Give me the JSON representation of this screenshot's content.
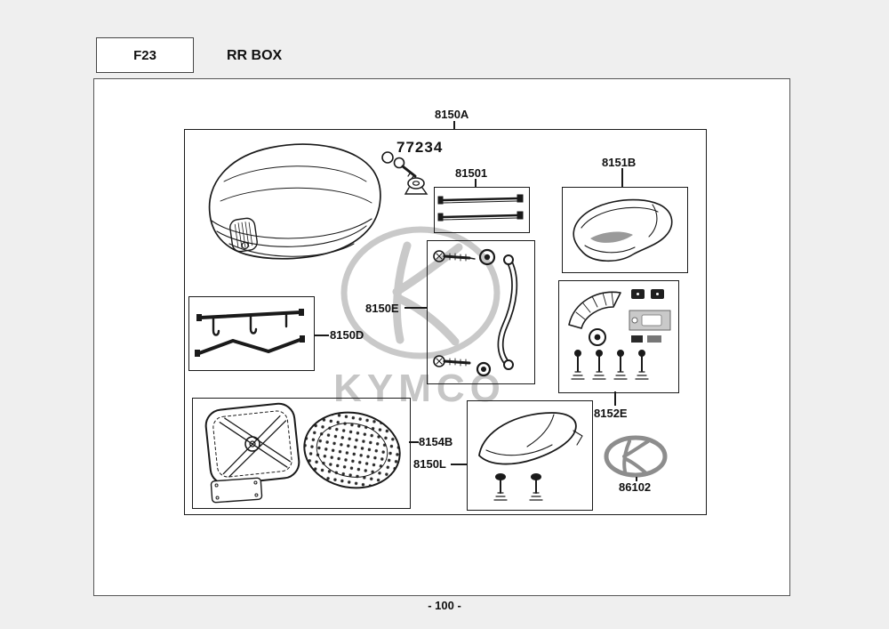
{
  "header": {
    "code": "F23",
    "title": "RR BOX"
  },
  "footer": {
    "page_number": "- 100 -"
  },
  "watermark": {
    "brand": "KYMCO"
  },
  "diagram": {
    "labels": {
      "group": "8150A",
      "lock": "77234",
      "rods": "81501",
      "backrest": "8151B",
      "hardware": "8150E",
      "bracket": "8150D",
      "fittings": "8152E",
      "plate": "8154B",
      "cover": "8150L",
      "emblem": "86102"
    }
  }
}
